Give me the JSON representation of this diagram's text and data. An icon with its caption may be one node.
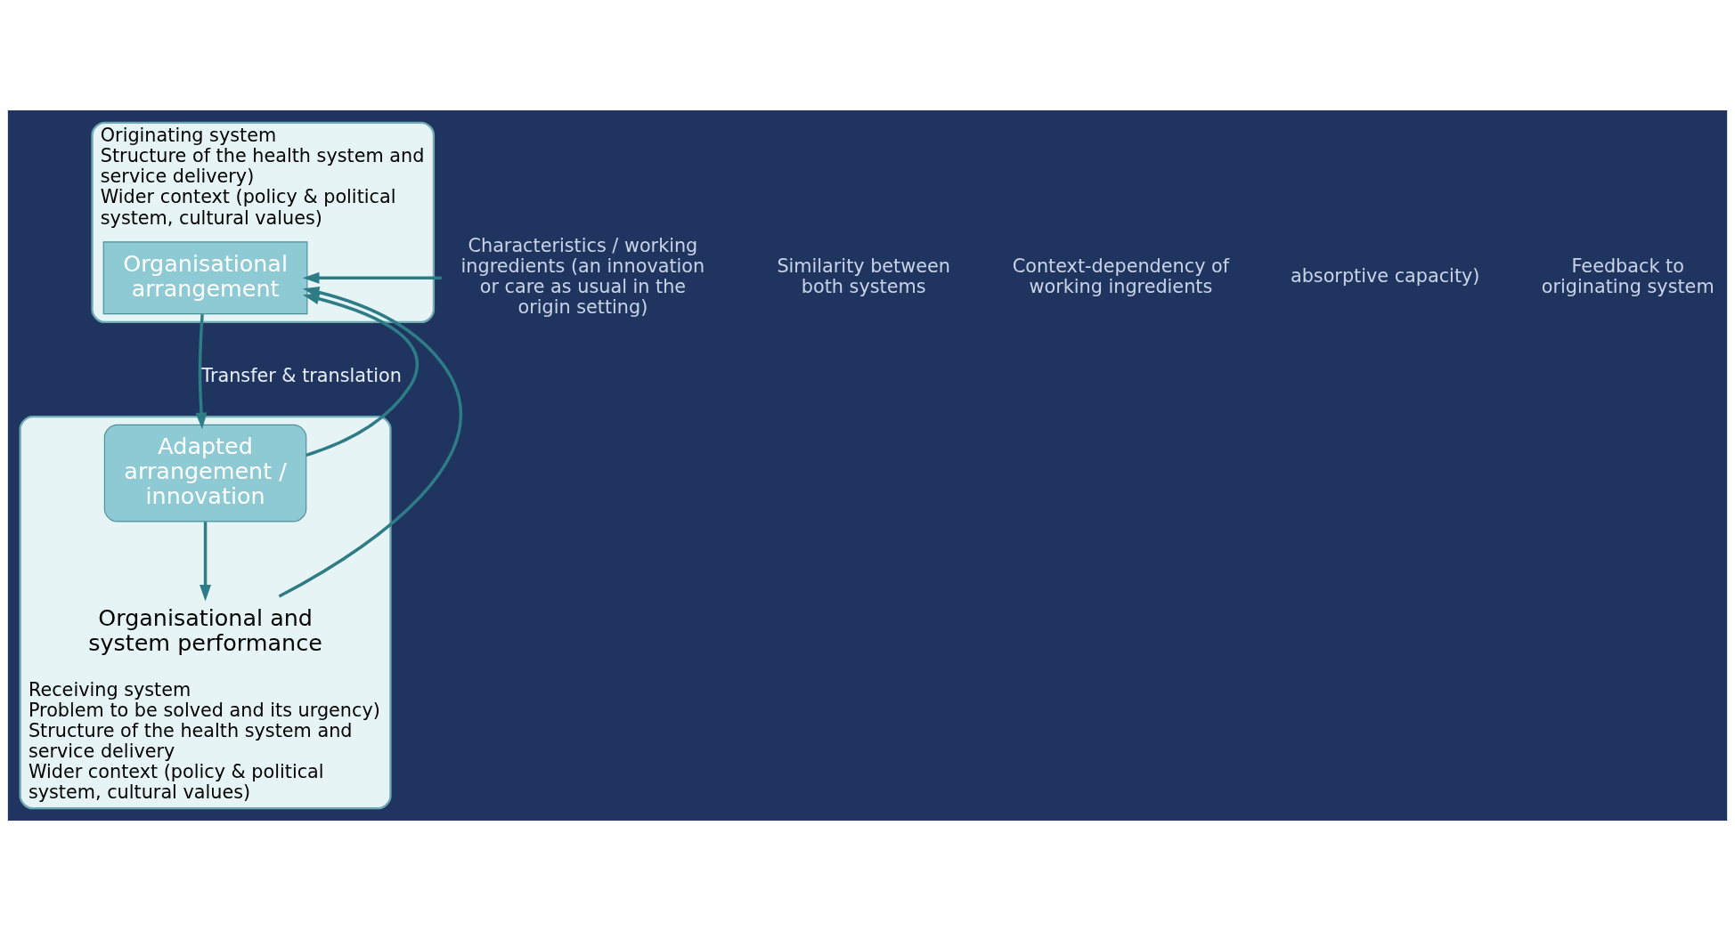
{
  "diagram": {
    "nodes": [
      {
        "text": [
          "Originating system",
          "Structure of the health system and service delivery)",
          "Wider context (policy & political system, cultural values)"
        ]
      },
      {
        "text": [
          "Organisational arrangement"
        ],
        "in": 0
      },
      {
        "text": [
          "Receiving system",
          "Problem to be solved and its urgency)",
          "Structure of the health system and service delivery",
          "Wider context (policy & political system, cultural values)"
        ]
      },
      {
        "text": [
          "Adapted arrangement / innovation"
        ],
        "in": 2
      },
      {
        "text": [
          "Organisational and system performance"
        ],
        "in": 2
      },
      {
        "text": [
          "Characteristics / working ingredients (an innovation or care as usual in the origin setting)"
        ]
      }
    ],
    "edges": [
      {
        "from": 5,
        "to": 1,
        "arrow": "to"
      },
      {
        "from": 1,
        "to": 3,
        "arrow": "to",
        "label": "Transfer & translation"
      },
      {
        "from": 3,
        "to": 4,
        "arrow": "to"
      },
      {
        "from": 3,
        "to": 1,
        "arrow": "to"
      },
      {
        "from": 4,
        "to": 1,
        "arrow": "to"
      }
    ],
    "labels": [
      "Similarity between both systems",
      "Context-dependency of working ingredients",
      "absorptive capacity)",
      "Feedback to originating system"
    ]
  }
}
